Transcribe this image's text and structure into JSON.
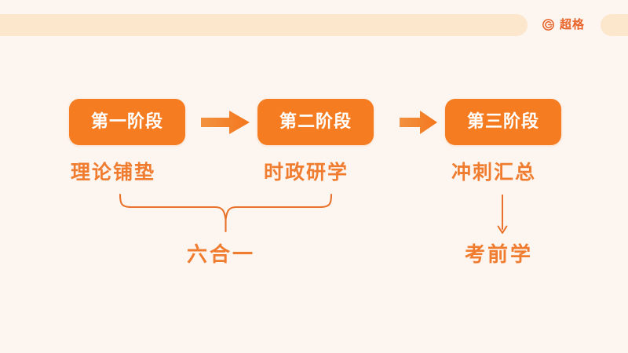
{
  "colors": {
    "background": "#FDF6F0",
    "band": "#FCE6CC",
    "primary_orange": "#F57C21",
    "text_orange": "#F07C30",
    "brand_orange": "#E8642A",
    "box_text": "#FFFFFF"
  },
  "header": {
    "brand_icon": "g-circle-logo-icon",
    "brand_name": "超格"
  },
  "flow": {
    "stages": [
      {
        "box_label": "第一阶段",
        "sub_label": "理论铺垫"
      },
      {
        "box_label": "第二阶段",
        "sub_label": "时政研学"
      },
      {
        "box_label": "第三阶段",
        "sub_label": "冲刺汇总"
      }
    ],
    "connector_icon": "right-arrow-icon",
    "group_brace_icon": "curly-brace-icon",
    "group_label": "六合一",
    "down_arrow_icon": "down-arrow-icon",
    "final_label": "考前学"
  }
}
